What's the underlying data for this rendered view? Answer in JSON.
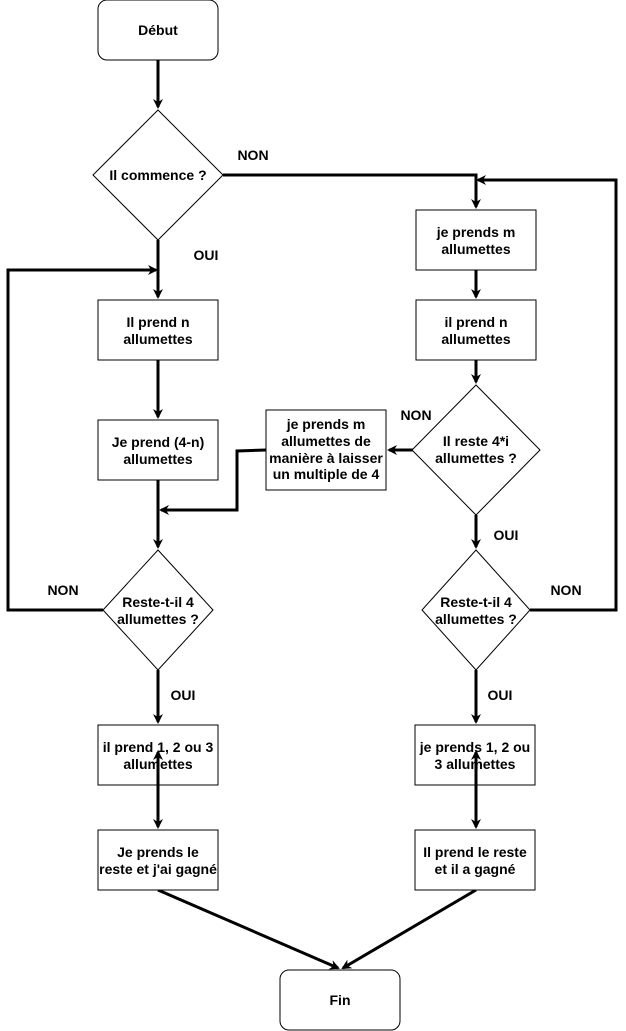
{
  "nodes": {
    "start": "Début",
    "q_commence": "Il commence ?",
    "il_prend_n": [
      "Il prend n",
      "allumettes"
    ],
    "je_prend_4n": [
      "Je prend (4-n)",
      "allumettes"
    ],
    "q_reste4_left": [
      "Reste-t-il 4",
      "allumettes ?"
    ],
    "il_prend_123": [
      "il prend 1, 2 ou 3",
      "allumettes"
    ],
    "je_prends_reste": [
      "Je prends le",
      "reste et j'ai gagné"
    ],
    "je_prends_m": [
      "je prends m",
      "allumettes"
    ],
    "il_prend_n_right": [
      "il prend n",
      "allumettes"
    ],
    "q_reste_4i": [
      "Il reste 4*i",
      "allumettes ?"
    ],
    "je_prends_m_multiple": [
      "je prends m",
      "allumettes de",
      "manière à laisser",
      "un multiple de 4"
    ],
    "q_reste4_right": [
      "Reste-t-il 4",
      "allumettes ?"
    ],
    "je_prends_123": [
      "je prends 1, 2 ou",
      "3 allumettes"
    ],
    "il_prend_reste": [
      "Il prend le reste",
      "et il a gagné"
    ],
    "end": "Fin"
  },
  "edge_labels": {
    "commence_non": "NON",
    "commence_oui": "OUI",
    "reste4_left_non": "NON",
    "reste4_left_oui": "OUI",
    "reste_4i_non": "NON",
    "reste_4i_oui": "OUI",
    "reste4_right_non": "NON",
    "reste4_right_oui": "OUI"
  }
}
